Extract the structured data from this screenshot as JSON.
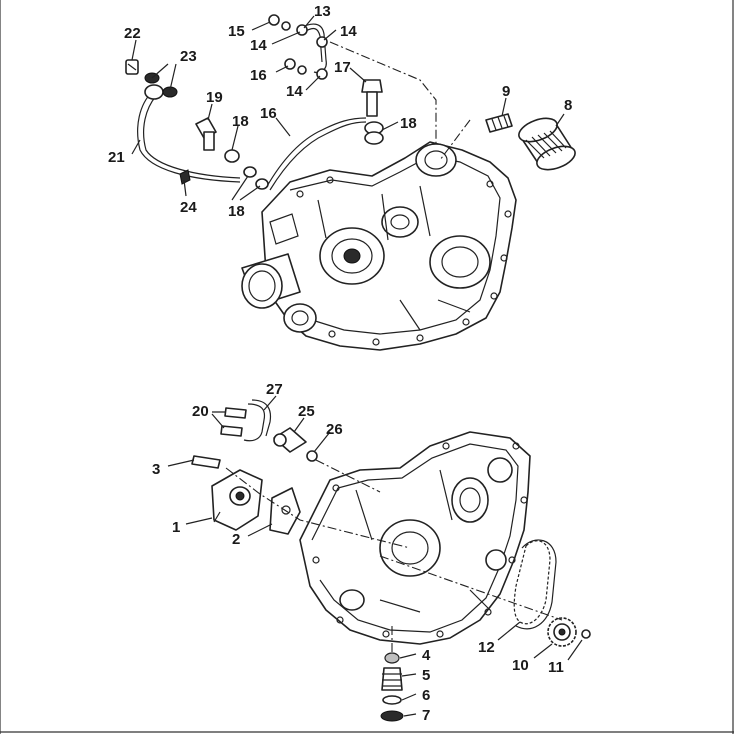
{
  "callouts": {
    "c1": "1",
    "c2": "2",
    "c3": "3",
    "c4": "4",
    "c5": "5",
    "c6": "6",
    "c7": "7",
    "c8": "8",
    "c9": "9",
    "c10": "10",
    "c11": "11",
    "c12": "12",
    "c13": "13",
    "c14a": "14",
    "c14b": "14",
    "c14c": "14",
    "c15": "15",
    "c16a": "16",
    "c16b": "16",
    "c17": "17",
    "c18a": "18",
    "c18b": "18",
    "c18c": "18",
    "c19": "19",
    "c20": "20",
    "c21": "21",
    "c22": "22",
    "c23": "23",
    "c24": "24",
    "c25": "25",
    "c26": "26",
    "c27": "27"
  }
}
